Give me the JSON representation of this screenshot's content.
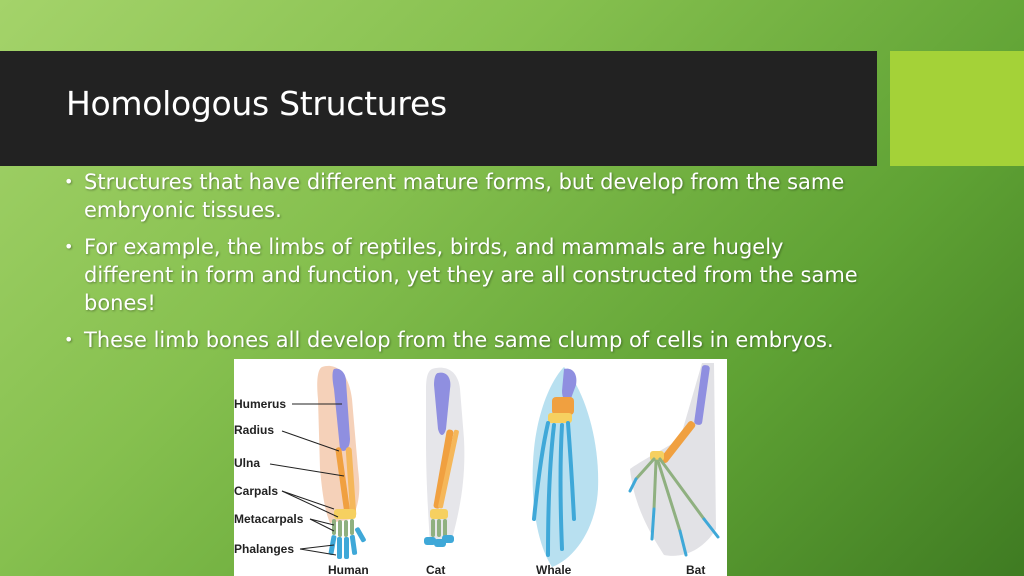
{
  "slide": {
    "title": "Homologous Structures",
    "colors": {
      "background_gradient": [
        "#a4d36a",
        "#3f7b22"
      ],
      "title_bar": "#222222",
      "accent_square": "#a4d238",
      "text": "#ffffff"
    }
  },
  "bullets": [
    "Structures that have different mature forms, but develop from the same embryonic tissues.",
    "For example, the limbs of reptiles, birds, and mammals are hugely different in form and function, yet they are all constructed from the same bones!",
    "These limb bones all develop from the same clump of cells in embryos."
  ],
  "diagram": {
    "bone_labels": [
      "Humerus",
      "Radius",
      "Ulna",
      "Carpals",
      "Metacarpals",
      "Phalanges"
    ],
    "captions": [
      "Human",
      "Cat",
      "Whale",
      "Bat"
    ],
    "bone_colors": {
      "humerus": "#8f8fe0",
      "radius_ulna": "#f0a040",
      "carpals": "#f6d060",
      "metacarpals": "#8fb080",
      "phalanges": "#3fa8d8"
    }
  }
}
